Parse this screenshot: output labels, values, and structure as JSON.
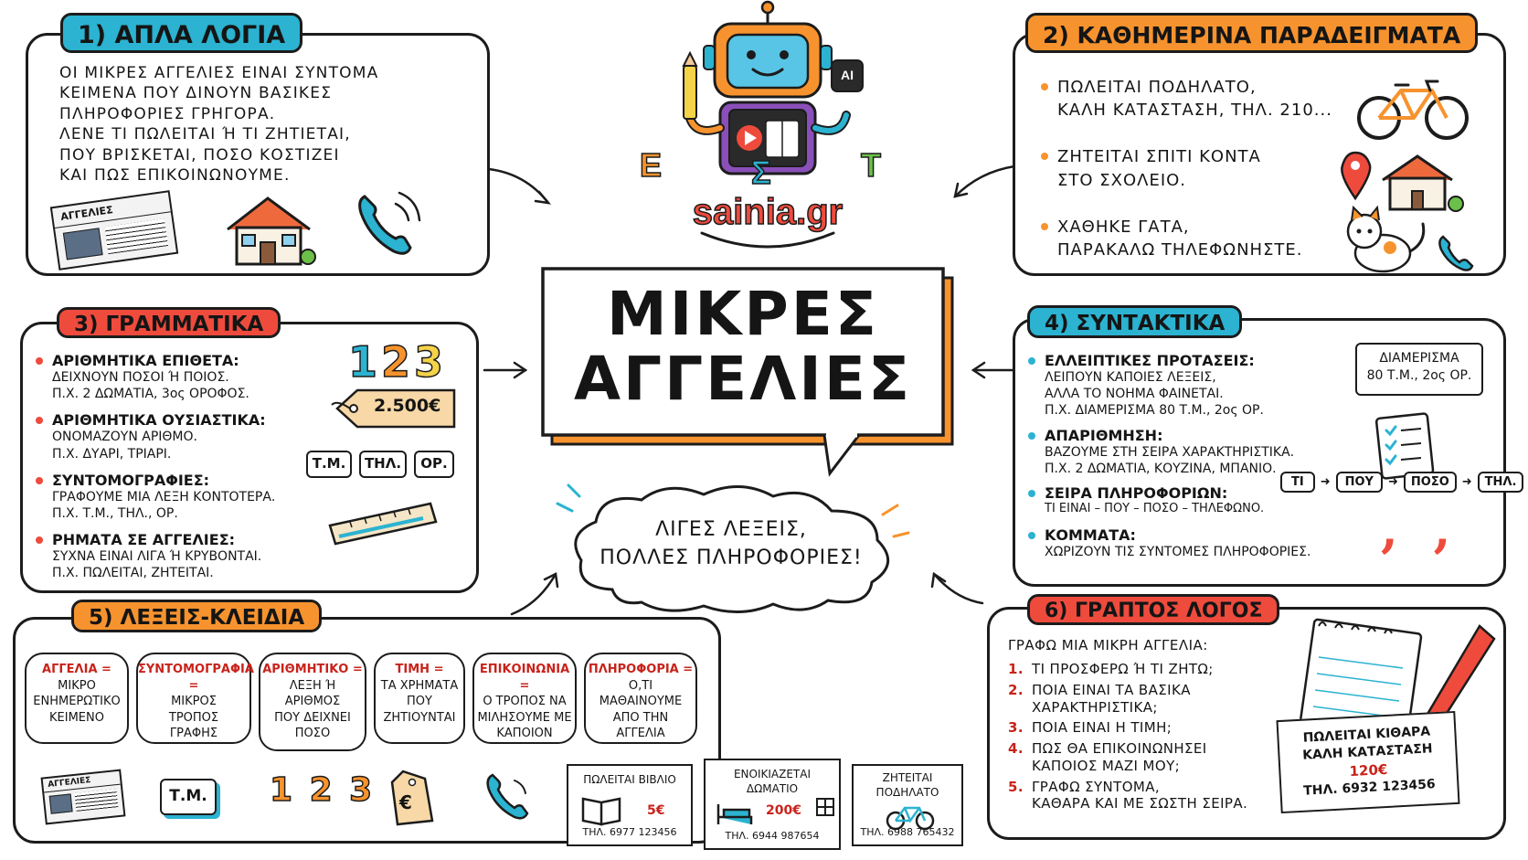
{
  "header": {
    "brand": "sainia.gr",
    "robot_badge": "AI",
    "robot_letters": [
      "Ε",
      "Σ",
      "Τ"
    ]
  },
  "center": {
    "title_line1": "ΜΙΚΡΕΣ",
    "title_line2": "ΑΓΓΕΛΙΕΣ",
    "cloud_line1": "ΛΙΓΕΣ ΛΕΞΕΙΣ,",
    "cloud_line2": "ΠΟΛΛΕΣ ΠΛΗΡΟΦΟΡΙΕΣ!"
  },
  "panel1": {
    "title": "1) ΑΠΛΑ ΛΟΓΙΑ",
    "text": "ΟΙ ΜΙΚΡΕΣ ΑΓΓΕΛΙΕΣ ΕΙΝΑΙ ΣΥΝΤΟΜΑ\nΚΕΙΜΕΝΑ ΠΟΥ ΔΙΝΟΥΝ ΒΑΣΙΚΕΣ\nΠΛΗΡΟΦΟΡΙΕΣ ΓΡΗΓΟΡΑ.\nΛΕΝΕ ΤΙ ΠΩΛΕΙΤΑΙ Ή ΤΙ ΖΗΤΙΕΤΑΙ,\nΠΟΥ ΒΡΙΣΚΕΤΑΙ, ΠΟΣΟ ΚΟΣΤΙΖΕΙ\nΚΑΙ ΠΩΣ ΕΠΙΚΟΙΝΩΝΟΥΜΕ.",
    "newspaper_label": "ΑΓΓΕΛΙΕΣ"
  },
  "panel2": {
    "title": "2) ΚΑΘΗΜΕΡΙΝΑ ΠΑΡΑΔΕΙΓΜΑΤΑ",
    "items": [
      "ΠΩΛΕΙΤΑΙ ΠΟΔΗΛΑΤΟ,\nΚΑΛΗ ΚΑΤΑΣΤΑΣΗ, ΤΗΛ. 210...",
      "ΖΗΤΕΙΤΑΙ ΣΠΙΤΙ ΚΟΝΤΑ\nΣΤΟ ΣΧΟΛΕΙΟ.",
      "ΧΑΘΗΚΕ ΓΑΤΑ,\nΠΑΡΑΚΑΛΩ ΤΗΛΕΦΩΝΗΣΤΕ."
    ]
  },
  "panel3": {
    "title": "3) ΓΡΑΜΜΑΤΙΚΑ",
    "items": [
      {
        "heading": "ΑΡΙΘΜΗΤΙΚΑ ΕΠΙΘΕΤΑ:",
        "body": "ΔΕΙΧΝΟΥΝ ΠΟΣΟΙ Ή ΠΟΙΟΣ.\nΠ.Χ. 2 ΔΩΜΑΤΙΑ, 3ος ΟΡΟΦΟΣ."
      },
      {
        "heading": "ΑΡΙΘΜΗΤΙΚΑ ΟΥΣΙΑΣΤΙΚΑ:",
        "body": "ΟΝΟΜΑΖΟΥΝ ΑΡΙΘΜΟ.\nΠ.Χ. ΔΥΑΡΙ, ΤΡΙΑΡΙ."
      },
      {
        "heading": "ΣΥΝΤΟΜΟΓΡΑΦΙΕΣ:",
        "body": "ΓΡΑΦΟΥΜΕ ΜΙΑ ΛΕΞΗ ΚΟΝΤΟΤΕΡΑ.\nΠ.Χ. Τ.Μ., ΤΗΛ., ΟΡ."
      },
      {
        "heading": "ΡΗΜΑΤΑ ΣΕ ΑΓΓΕΛΙΕΣ:",
        "body": "ΣΥΧΝΑ ΕΙΝΑΙ ΛΙΓΑ Ή ΚΡΥΒΟΝΤΑΙ.\nΠ.Χ. ΠΩΛΕΙΤΑΙ, ΖΗΤΕΙΤΑΙ."
      }
    ],
    "numbers": [
      "1",
      "2",
      "3"
    ],
    "price_tag": "2.500€",
    "abbreviations": [
      "Τ.Μ.",
      "ΤΗΛ.",
      "ΟΡ."
    ]
  },
  "panel4": {
    "title": "4) ΣΥΝΤΑΚΤΙΚΑ",
    "items": [
      {
        "heading": "ΕΛΛΕΙΠΤΙΚΕΣ ΠΡΟΤΑΣΕΙΣ:",
        "body": "ΛΕΙΠΟΥΝ ΚΑΠΟΙΕΣ ΛΕΞΕΙΣ,\nΑΛΛΑ ΤΟ ΝΟΗΜΑ ΦΑΙΝΕΤΑΙ.\nΠ.Χ. ΔΙΑΜΕΡΙΣΜΑ 80 Τ.Μ., 2ος ΟΡ."
      },
      {
        "heading": "ΑΠΑΡΙΘΜΗΣΗ:",
        "body": "ΒΑΖΟΥΜΕ ΣΤΗ ΣΕΙΡΑ ΧΑΡΑΚΤΗΡΙΣΤΙΚΑ.\nΠ.Χ. 2 ΔΩΜΑΤΙΑ, ΚΟΥΖΙΝΑ, ΜΠΑΝΙΟ."
      },
      {
        "heading": "ΣΕΙΡΑ ΠΛΗΡΟΦΟΡΙΩΝ:",
        "body": "ΤΙ ΕΙΝΑΙ – ΠΟΥ – ΠΟΣΟ – ΤΗΛΕΦΩΝΟ."
      },
      {
        "heading": "ΚΟΜΜΑΤΑ:",
        "body": "ΧΩΡΙΖΟΥΝ ΤΙΣ ΣΥΝΤΟΜΕΣ ΠΛΗΡΟΦΟΡΙΕΣ."
      }
    ],
    "note": "ΔΙΑΜΕΡΙΣΜΑ\n80 Τ.Μ., 2ος ΟΡ.",
    "flow": [
      "ΤΙ",
      "ΠΟΥ",
      "ΠΟΣΟ",
      "ΤΗΛ."
    ],
    "commas": ", ,"
  },
  "panel5": {
    "title": "5) ΛΕΞΕΙΣ-ΚΛΕΙΔΙΑ",
    "keywords": [
      {
        "term": "ΑΓΓΕΛΙΑ =",
        "def": "ΜΙΚΡΟ\nΕΝΗΜΕΡΩΤΙΚΟ\nΚΕΙΜΕΝΟ"
      },
      {
        "term": "ΣΥΝΤΟΜΟΓΡΑΦΙΑ =",
        "def": "ΜΙΚΡΟΣ\nΤΡΟΠΟΣ\nΓΡΑΦΗΣ"
      },
      {
        "term": "ΑΡΙΘΜΗΤΙΚΟ =",
        "def": "ΛΕΞΗ Ή\nΑΡΙΘΜΟΣ\nΠΟΥ ΔΕΙΧΝΕΙ\nΠΟΣΟ"
      },
      {
        "term": "ΤΙΜΗ =",
        "def": "ΤΑ ΧΡΗΜΑΤΑ\nΠΟΥ\nΖΗΤΙΟΥΝΤΑΙ"
      },
      {
        "term": "ΕΠΙΚΟΙΝΩΝΙΑ =",
        "def": "Ο ΤΡΟΠΟΣ ΝΑ\nΜΙΛΗΣΟΥΜΕ ΜΕ\nΚΑΠΟΙΟΝ"
      },
      {
        "term": "ΠΛΗΡΟΦΟΡΙΑ =",
        "def": "Ο,ΤΙ ΜΑΘΑΙΝΟΥΜΕ\nΑΠΟ ΤΗΝ\nΑΓΓΕΛΙΑ"
      }
    ],
    "newspaper_label": "ΑΓΓΕΛΙΕΣ",
    "abbr_card": "Τ.Μ.",
    "numbers": "1 2 3",
    "euro": "€"
  },
  "panel6": {
    "title": "6) ΓΡΑΠΤΟΣ ΛΟΓΟΣ",
    "intro": "ΓΡΑΦΩ ΜΙΑ ΜΙΚΡΗ ΑΓΓΕΛΙΑ:",
    "steps": [
      "ΤΙ ΠΡΟΣΦΕΡΩ Ή ΤΙ ΖΗΤΩ;",
      "ΠΟΙΑ ΕΙΝΑΙ ΤΑ ΒΑΣΙΚΑ\nΧΑΡΑΚΤΗΡΙΣΤΙΚΑ;",
      "ΠΟΙΑ ΕΙΝΑΙ Η ΤΙΜΗ;",
      "ΠΩΣ ΘΑ ΕΠΙΚΟΙΝΩΝΗΣΕΙ\nΚΑΠΟΙΟΣ ΜΑΖΙ ΜΟΥ;",
      "ΓΡΑΦΩ ΣΥΝΤΟΜΑ,\nΚΑΘΑΡΑ ΚΑΙ ΜΕ ΣΩΣΤΗ ΣΕΙΡΑ."
    ],
    "step_numbers": [
      "1.",
      "2.",
      "3.",
      "4.",
      "5."
    ],
    "example_ad": {
      "text": "ΠΩΛΕΙΤΑΙ ΚΙΘΑΡΑ\nΚΑΛΗ ΚΑΤΑΣΤΑΣΗ",
      "price": "120€",
      "phone": "ΤΗΛ. 6932 123456"
    }
  },
  "bottom_ads": [
    {
      "text": "ΠΩΛΕΙΤΑΙ ΒΙΒΛΙΟ",
      "price": "5€",
      "phone": "ΤΗΛ. 6977 123456"
    },
    {
      "text": "ΕΝΟΙΚΙΑΖΕΤΑΙ\nΔΩΜΑΤΙΟ",
      "price": "200€",
      "phone": "ΤΗΛ. 6944 987654"
    },
    {
      "text": "ΖΗΤΕΙΤΑΙ\nΠΟΔΗΛΑΤΟ",
      "price": "",
      "phone": "ΤΗΛ. 6988 765432"
    }
  ],
  "colors": {
    "cyan": "#2bb3d1",
    "orange": "#f7932e",
    "red": "#ee4b3d",
    "ink": "#151515",
    "accent_red": "#c8231b"
  }
}
